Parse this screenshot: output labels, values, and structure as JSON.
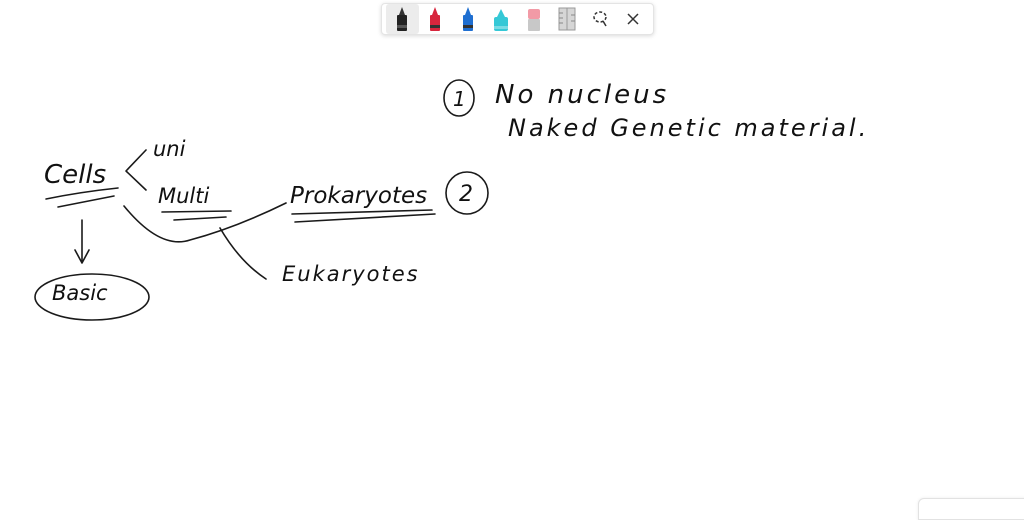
{
  "toolbar": {
    "tools": [
      {
        "name": "black-pen",
        "color": "#222222",
        "active": true
      },
      {
        "name": "red-pen",
        "color": "#d7263d",
        "active": false
      },
      {
        "name": "blue-pen",
        "color": "#1f6fd1",
        "active": false
      },
      {
        "name": "highlighter",
        "color": "#35c8d6",
        "active": false
      },
      {
        "name": "eraser",
        "color": "#f29aa6",
        "active": false
      },
      {
        "name": "ruler",
        "color": "#9a9a9a",
        "active": false
      }
    ],
    "lasso_icon": "lasso-icon",
    "close_icon": "close-icon"
  },
  "notes": {
    "cells": "Cells",
    "uni": "uni",
    "multi": "Multi",
    "basic": "Basic",
    "prokaryotes": "Prokaryotes",
    "eukaryotes": "Eukaryotes",
    "num_1": "1",
    "num_2": "2",
    "line_1": "No nucleus",
    "line_2": "Naked Genetic material."
  }
}
